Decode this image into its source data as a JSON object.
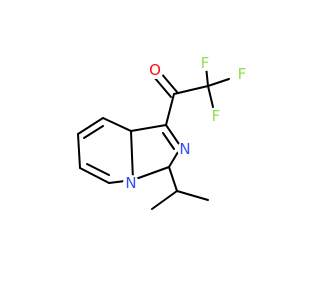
{
  "molecule": {
    "atoms": {
      "O": {
        "symbol": "O",
        "color": "#FF0D0D"
      },
      "F1": {
        "symbol": "F",
        "color": "#90E050"
      },
      "F2": {
        "symbol": "F",
        "color": "#90E050"
      },
      "F3": {
        "symbol": "F",
        "color": "#90E050"
      },
      "N_ring": {
        "symbol": "N",
        "color": "#3050F8"
      },
      "N_bridge": {
        "symbol": "N",
        "color": "#3050F8"
      }
    },
    "bond_color": "#000000"
  }
}
